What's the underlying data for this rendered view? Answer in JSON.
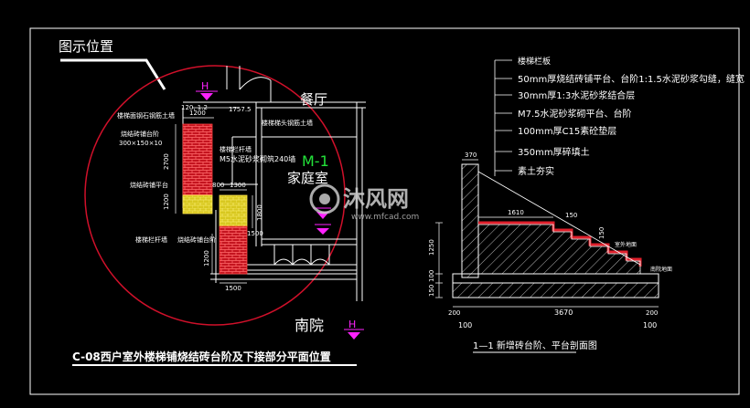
{
  "legend_position_label": "图示位置",
  "plan": {
    "dining_room": "餐厅",
    "family_room": "家庭室",
    "south_yard": "南院",
    "marker_m1": "M-1",
    "marker_h_top": "H",
    "marker_h_bottom": "H",
    "dim_1200_top": "1200",
    "dim_2700": "2700",
    "dim_1200_mid": "1200",
    "dim_800": "800",
    "dim_1300": "1300",
    "dim_1800": "1800",
    "dim_1200_low": "1200",
    "dim_1500": "1500",
    "dim_1500_b": "1500",
    "dim_1750": "1757.5",
    "dim_120": "120, 1.2",
    "note_stair_rail_top": "楼梯梯头钢筋土墙",
    "note_stair_rail_left": "楼梯面钢石钢筋土墙",
    "note_paving_steps": "烧结砖铺台阶",
    "note_paving_size": "300×150×10",
    "note_mortar": "M5水泥砂浆砌筑240墙",
    "note_stair_railing": "楼梯栏杆墙",
    "note_platform": "烧结砖铺平台",
    "note_railing_low": "楼梯栏杆墙",
    "note_paving_low": "烧结砖铺台阶",
    "title": "C-08西户室外楼梯铺烧结砖台阶及下接部分平面位置"
  },
  "section": {
    "layers": [
      "楼梯栏板",
      "50mm厚烧结砖铺平台、台阶1:1.5水泥砂浆勾缝，缝宽",
      "30mm厚1:3水泥砂浆结合层",
      "M7.5水泥砂浆砌平台、台阶",
      "100mm厚C15素砼垫层",
      "350mm厚碎填土",
      "素土夯实"
    ],
    "dim_370": "370",
    "dim_1610": "1610",
    "dim_150_a": "150",
    "dim_150_b": "150",
    "dim_1250": "1250",
    "dim_100": "100",
    "dim_150_c": "150",
    "dim_200": "200",
    "dim_3670": "3670",
    "dim_200_b": "200",
    "dim_100_l": "100",
    "dim_100_r": "100",
    "label_natural": "室外地面",
    "label_ground": "南院地面",
    "title": "1—1 新增砖台阶、平台剖面图"
  },
  "watermark": {
    "brand": "沐风网",
    "url": "www.mfcad.com"
  },
  "colors": {
    "background": "#000000",
    "lines": "#ffffff",
    "circle": "#d0102a",
    "brick": "#e0202c",
    "platform": "#f2e12a",
    "marker": "#ff22ff",
    "m1": "#23e23a"
  }
}
